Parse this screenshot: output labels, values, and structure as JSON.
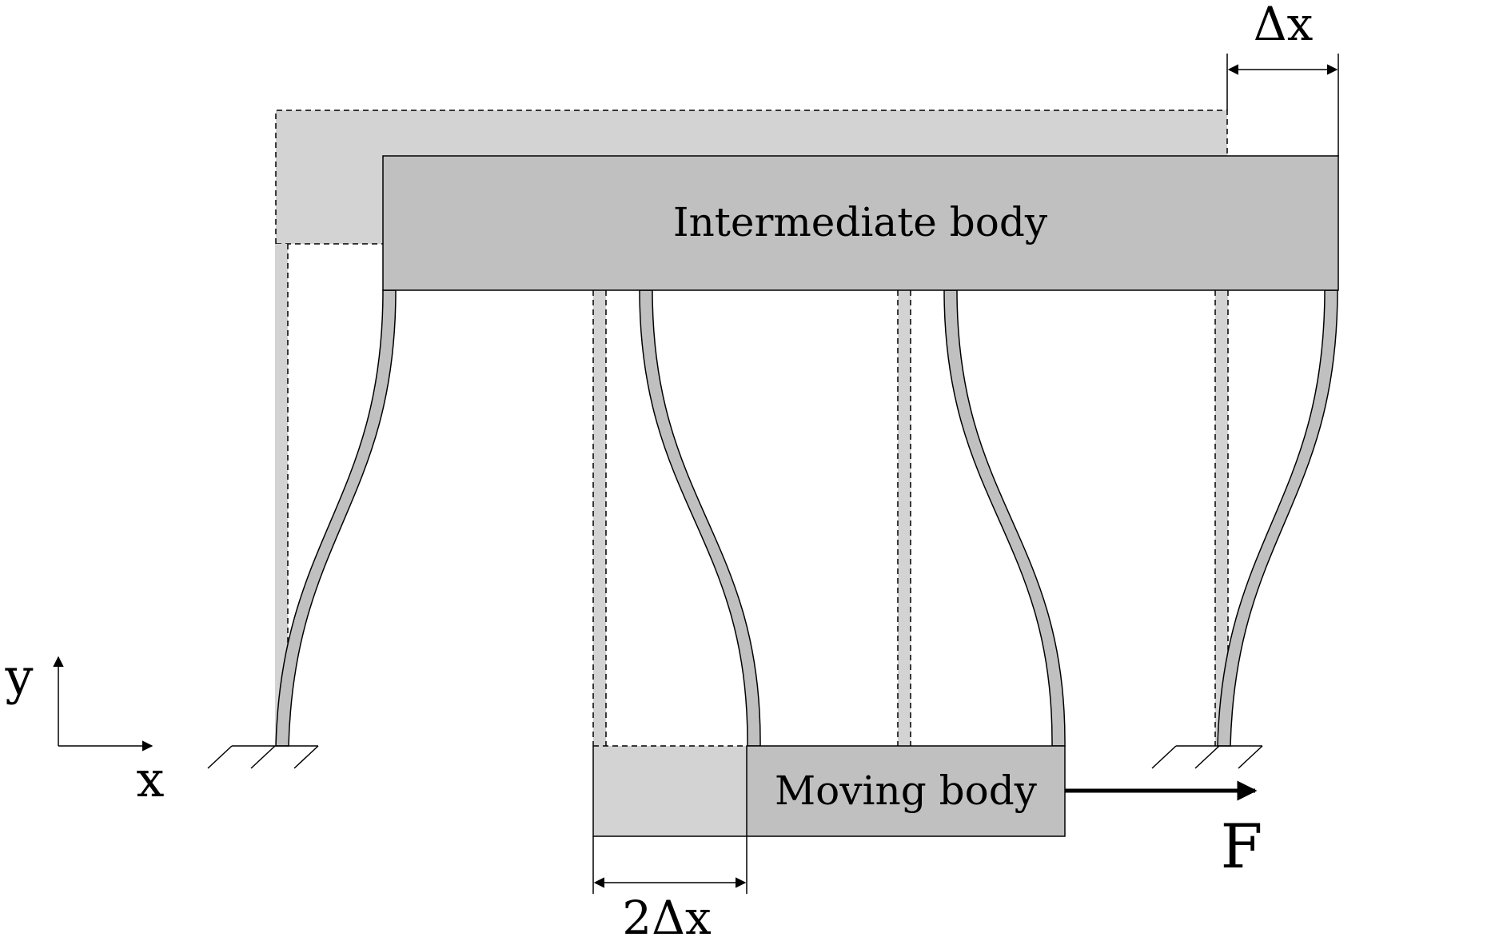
{
  "labels": {
    "intermediate_body": "Intermediate body",
    "moving_body": "Moving body",
    "axis_x": "x",
    "axis_y": "y",
    "displacement_top": "Δx",
    "displacement_bottom": "2Δx",
    "force": "F"
  },
  "colors": {
    "body_fill": "#c0c0c0",
    "ghost_fill": "#d3d3d3",
    "stroke": "#000000",
    "background": "#ffffff"
  }
}
